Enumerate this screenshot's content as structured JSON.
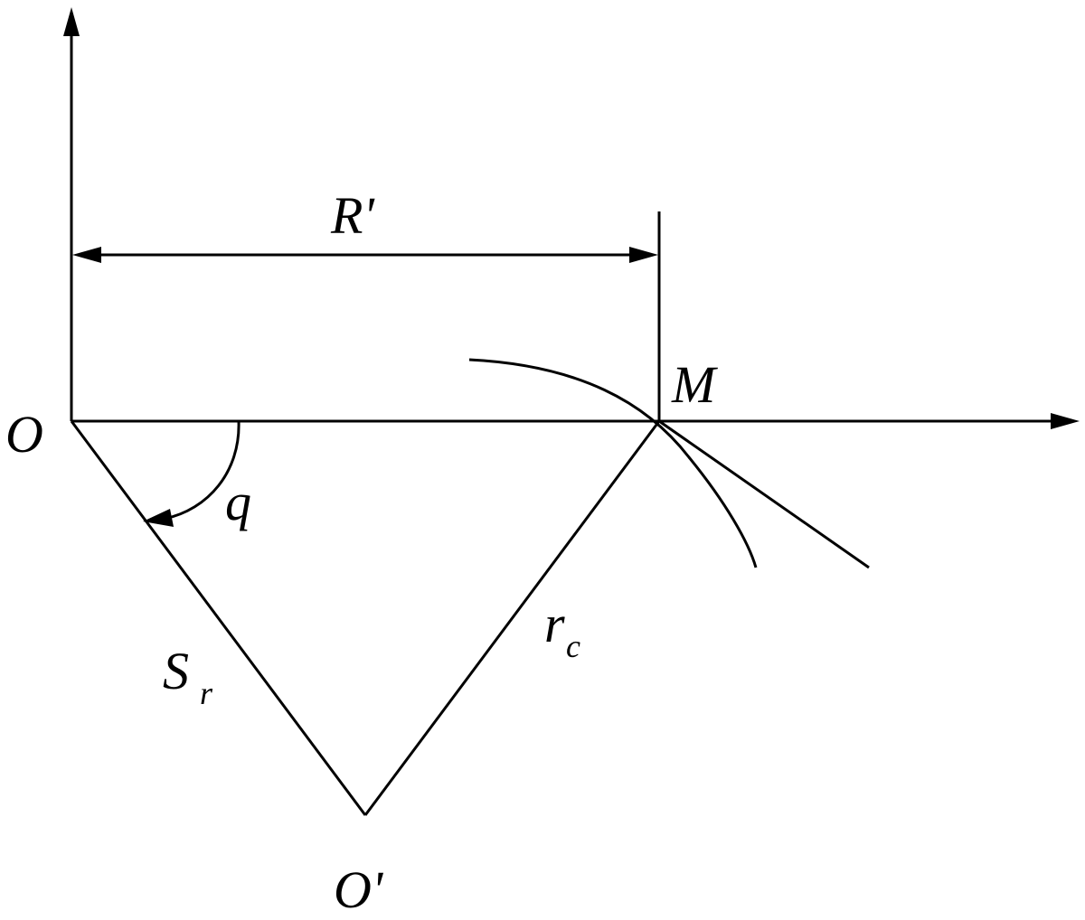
{
  "labels": {
    "origin": "O",
    "distance": "R'",
    "point": "M",
    "angle": "q",
    "side_left_main": "S",
    "side_left_sub": "r",
    "side_right_main": "r",
    "side_right_sub": "c",
    "center": "O'"
  },
  "colors": {
    "line": "#000000",
    "background": "#ffffff"
  }
}
